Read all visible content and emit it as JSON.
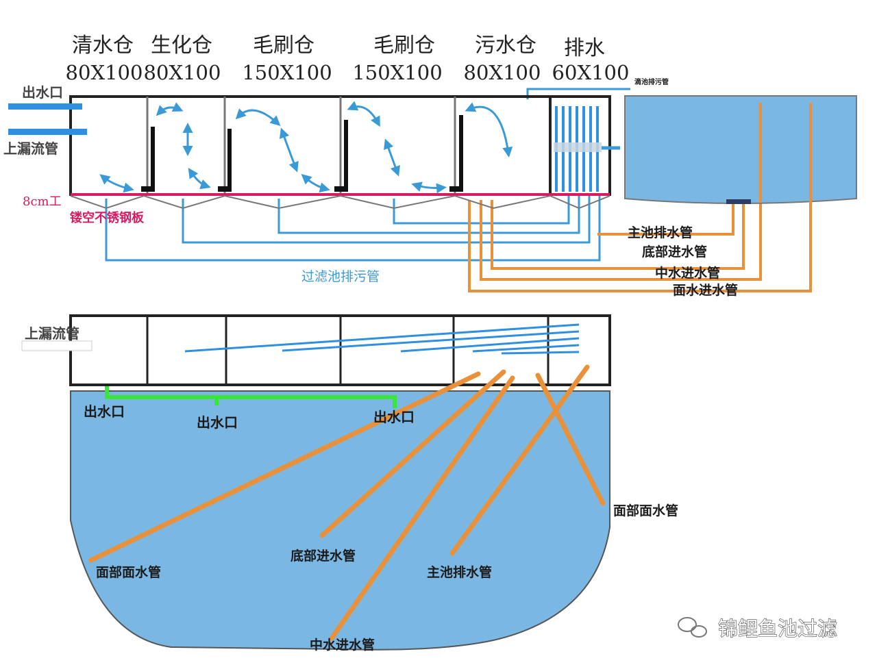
{
  "chambers": [
    {
      "name": "清水仓",
      "size": "80X100"
    },
    {
      "name": "生化仓",
      "size": "80X100"
    },
    {
      "name": "毛刷仓",
      "size": "150X100"
    },
    {
      "name": "毛刷仓",
      "size": "150X100"
    },
    {
      "name": "污水仓",
      "size": "80X100"
    },
    {
      "name": "排水",
      "size": "60X100"
    }
  ],
  "top_labels": {
    "outlet": "出水口",
    "overflow_pipe": "上漏流管",
    "height_mark": "8cm工",
    "mesh_plate": "镂空不锈钢板",
    "sewage_pipe": "过滤池排污管",
    "tank_sewage_pipe": "滴池排污管",
    "main_drain": "主池排水管",
    "bottom_inlet": "底部进水管",
    "mid_inlet": "中水进水管",
    "surface_inlet": "面水进水管"
  },
  "bottom_labels": {
    "overflow_pipe": "上漏流管",
    "outlet_left": "出水口",
    "outlet_mid": "出水口",
    "outlet_right": "出水口",
    "surface_pipe_left": "面部面水管",
    "surface_pipe_right": "面部面水管",
    "bottom_inlet": "底部进水管",
    "main_drain": "主池排水管",
    "mid_inlet": "中水进水管"
  },
  "watermark": "锦鲤鱼池过滤",
  "colors": {
    "water": "#7ab8e3",
    "pipe_orange": "#e8913a",
    "pipe_blue": "#3a9ad8",
    "pipe_green": "#39e639",
    "mesh_plate": "#d81b60",
    "frame": "#222222"
  }
}
